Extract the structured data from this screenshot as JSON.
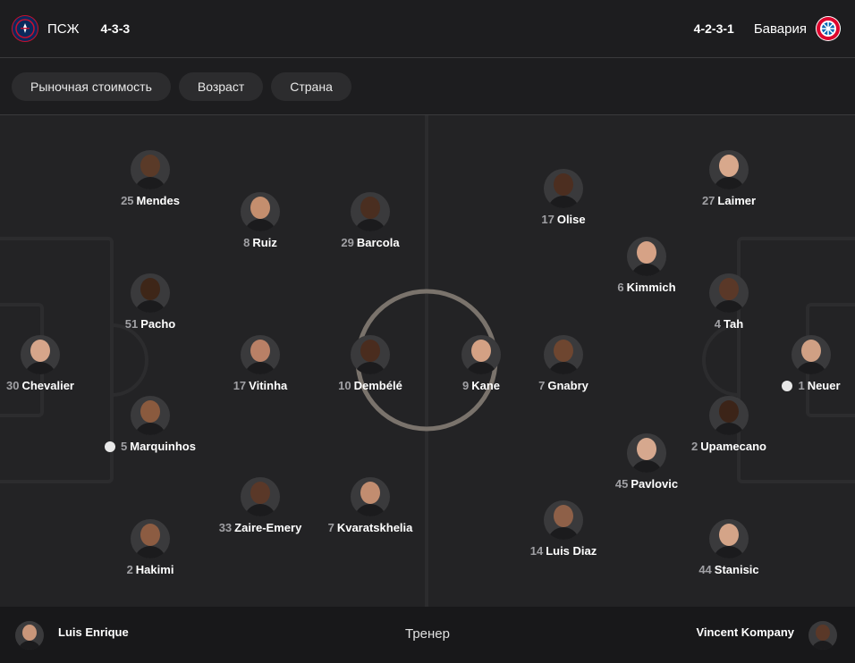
{
  "header": {
    "home": {
      "name": "ПСЖ",
      "formation": "4-3-3",
      "crest_icon": "psg-crest-icon"
    },
    "away": {
      "name": "Бавария",
      "formation": "4-2-3-1",
      "crest_icon": "bayern-crest-icon"
    }
  },
  "filters": [
    "Рыночная стоимость",
    "Возраст",
    "Страна"
  ],
  "home_players": [
    {
      "number": "25",
      "name": "Mendes",
      "skin": "#5a3a28"
    },
    {
      "number": "8",
      "name": "Ruiz",
      "skin": "#c48e6e"
    },
    {
      "number": "29",
      "name": "Barcola",
      "skin": "#4a2e20"
    },
    {
      "number": "51",
      "name": "Pacho",
      "skin": "#3e2618"
    },
    {
      "number": "30",
      "name": "Chevalier",
      "skin": "#d6a58a",
      "goalkeeper": true
    },
    {
      "number": "17",
      "name": "Vitinha",
      "skin": "#b98066"
    },
    {
      "number": "10",
      "name": "Dembélé",
      "skin": "#4a2c1e"
    },
    {
      "number": "5",
      "name": "Marquinhos",
      "skin": "#8a5a3e",
      "captain": true
    },
    {
      "number": "33",
      "name": "Zaire-Emery",
      "skin": "#5a3828"
    },
    {
      "number": "7",
      "name": "Kvaratskhelia",
      "skin": "#c28d70"
    },
    {
      "number": "2",
      "name": "Hakimi",
      "skin": "#8c5c42"
    }
  ],
  "away_players": [
    {
      "number": "17",
      "name": "Olise",
      "skin": "#4c2e20"
    },
    {
      "number": "27",
      "name": "Laimer",
      "skin": "#d8a88c"
    },
    {
      "number": "6",
      "name": "Kimmich",
      "skin": "#d6a286"
    },
    {
      "number": "4",
      "name": "Tah",
      "skin": "#5a3828"
    },
    {
      "number": "9",
      "name": "Kane",
      "skin": "#d4a184"
    },
    {
      "number": "7",
      "name": "Gnabry",
      "skin": "#6e4630"
    },
    {
      "number": "1",
      "name": "Neuer",
      "skin": "#d0a084",
      "goalkeeper": true,
      "captain": true
    },
    {
      "number": "2",
      "name": "Upamecano",
      "skin": "#3c2418"
    },
    {
      "number": "45",
      "name": "Pavlovic",
      "skin": "#d6a88e"
    },
    {
      "number": "14",
      "name": "Luis Diaz",
      "skin": "#8e6048"
    },
    {
      "number": "44",
      "name": "Stanisic",
      "skin": "#d4a488"
    }
  ],
  "footer": {
    "label": "Тренер",
    "home_coach": "Luis Enrique",
    "away_coach": "Vincent Kompany"
  },
  "colors": {
    "background": "#1d1d1f",
    "pitch": "#232325",
    "chip": "#2c2c2e",
    "center_circle": "#7a736c",
    "text_muted": "#a0a0a4"
  }
}
